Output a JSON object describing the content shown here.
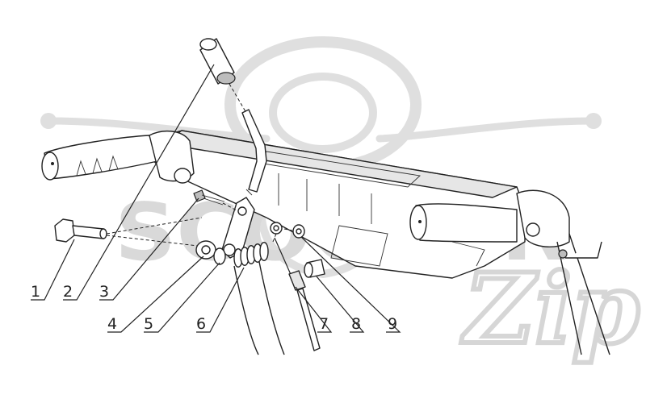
{
  "watermark": {
    "brand": "SCOOTER",
    "script": "Zip",
    "logo_icon": "scooter-zip-logo-icon"
  },
  "callouts": [
    {
      "id": "1",
      "label": "1"
    },
    {
      "id": "2",
      "label": "2"
    },
    {
      "id": "3",
      "label": "3"
    },
    {
      "id": "4",
      "label": "4"
    },
    {
      "id": "5",
      "label": "5"
    },
    {
      "id": "6",
      "label": "6"
    },
    {
      "id": "7",
      "label": "7"
    },
    {
      "id": "8",
      "label": "8"
    },
    {
      "id": "9",
      "label": "9"
    }
  ],
  "colors": {
    "line": "#222222",
    "watermark": "#d9d9d9",
    "background": "#ffffff"
  }
}
